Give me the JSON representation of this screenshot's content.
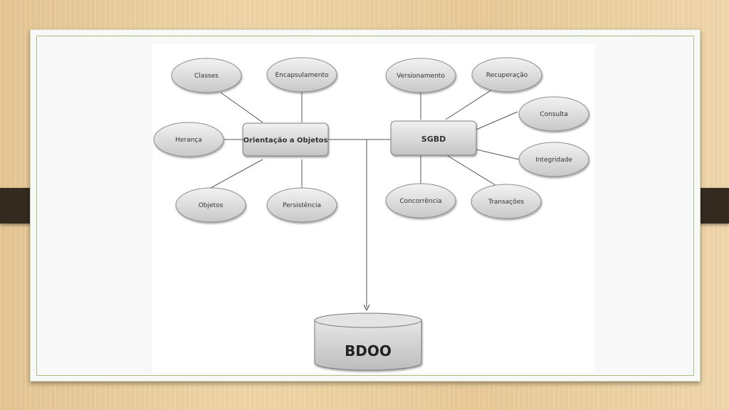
{
  "diagram": {
    "center_left": "Orientação a Objetos",
    "center_right": "SGBD",
    "database": "BDOO",
    "left_nodes": [
      "Classes",
      "Encapsulamento",
      "Herança",
      "Objetos",
      "Persistência"
    ],
    "right_nodes": [
      "Versionamento",
      "Recuperação",
      "Consulta",
      "Integridade",
      "Concorrência",
      "Transações"
    ]
  },
  "colors": {
    "background": "#ebcd9c",
    "card": "#f8f8f8",
    "card_border": "#a7c07a",
    "tab": "#332b20",
    "node_fill_top": "#f1f1f1",
    "node_fill_bottom": "#c9c9c9",
    "node_stroke": "#8c8c8c",
    "line": "#555555"
  }
}
